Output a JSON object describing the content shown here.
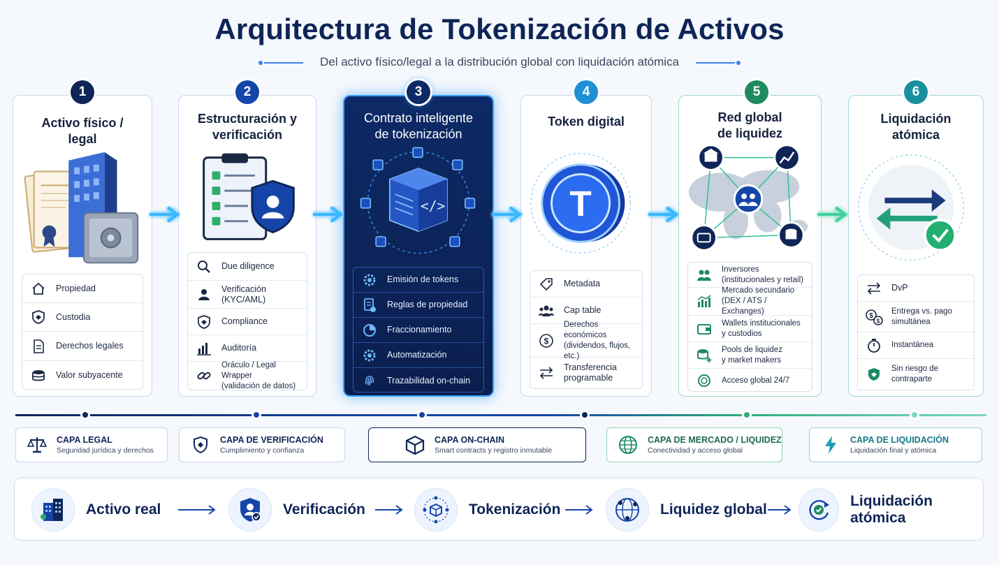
{
  "title": "Arquitectura de Tokenización de Activos",
  "subtitle": "Del activo físico/legal a la distribución global con liquidación atómica",
  "steps": [
    {
      "num": "1",
      "title": "Activo físico /\nlegal",
      "color": "#0f2557",
      "items": [
        {
          "icon": "home-icon",
          "label": "Propiedad"
        },
        {
          "icon": "shield-icon",
          "label": "Custodia"
        },
        {
          "icon": "document-icon",
          "label": "Derechos legales"
        },
        {
          "icon": "coins-icon",
          "label": "Valor subyacente"
        }
      ]
    },
    {
      "num": "2",
      "title": "Estructuración y\nverificación",
      "color": "#1545a8",
      "items": [
        {
          "icon": "search-icon",
          "label": "Due diligence"
        },
        {
          "icon": "user-check-icon",
          "label": "Verificación\n(KYC/AML)"
        },
        {
          "icon": "shield-icon",
          "label": "Compliance"
        },
        {
          "icon": "bar-chart-icon",
          "label": "Auditoría"
        },
        {
          "icon": "link-icon",
          "label": "Oráculo / Legal Wrapper\n(validación de datos)"
        }
      ]
    },
    {
      "num": "3",
      "title": "Contrato inteligente\nde tokenización",
      "color": "#0d2a66",
      "items": [
        {
          "icon": "gear-icon",
          "label": "Emisión de tokens"
        },
        {
          "icon": "rules-icon",
          "label": "Reglas de propiedad"
        },
        {
          "icon": "pie-chart-icon",
          "label": "Fraccionamiento"
        },
        {
          "icon": "gear-icon",
          "label": "Automatización"
        },
        {
          "icon": "fingerprint-icon",
          "label": "Trazabilidad on-chain"
        }
      ]
    },
    {
      "num": "4",
      "title": "Token digital",
      "color": "#1f8fd6",
      "items": [
        {
          "icon": "tag-icon",
          "label": "Metadata"
        },
        {
          "icon": "users-icon",
          "label": "Cap table"
        },
        {
          "icon": "dollar-icon",
          "label": "Derechos económicos\n(dividendos, flujos, etc.)"
        },
        {
          "icon": "swap-icon",
          "label": "Transferencia\nprogramable"
        }
      ]
    },
    {
      "num": "5",
      "title": "Red global\nde liquidez",
      "color": "#1f8a62",
      "items": [
        {
          "icon": "users-icon",
          "label": "Inversores\n(institucionales y retail)"
        },
        {
          "icon": "market-icon",
          "label": "Mercado secundario\n(DEX / ATS / Exchanges)"
        },
        {
          "icon": "wallet-icon",
          "label": "Wallets institucionales\ny custodios"
        },
        {
          "icon": "pool-icon",
          "label": "Pools de liquidez\ny market makers"
        },
        {
          "icon": "globe-icon",
          "label": "Acceso global 24/7"
        }
      ]
    },
    {
      "num": "6",
      "title": "Liquidación\natómica",
      "color": "#1a8fa0",
      "items": [
        {
          "icon": "swap-icon",
          "label": "DvP"
        },
        {
          "icon": "exchange-money-icon",
          "label": "Entrega vs. pago\nsimultánea"
        },
        {
          "icon": "stopwatch-icon",
          "label": "Instantánea"
        },
        {
          "icon": "shield-check-icon",
          "label": "Sin riesgo de\ncontraparte"
        }
      ]
    }
  ],
  "token_letter": "T",
  "code_glyph": "</>",
  "layers": [
    {
      "icon": "scales-icon",
      "title": "CAPA LEGAL",
      "sub": "Seguridad jurídica y derechos"
    },
    {
      "icon": "shield-icon",
      "title": "CAPA DE VERIFICACIÓN",
      "sub": "Cumplimiento y confianza"
    },
    {
      "icon": "cube-icon",
      "title": "CAPA ON-CHAIN",
      "sub": "Smart contracts y registro inmutable"
    },
    {
      "icon": "globe-icon",
      "title": "CAPA DE MERCADO / LIQUIDEZ",
      "sub": "Conectividad y acceso global"
    },
    {
      "icon": "bolt-icon",
      "title": "CAPA DE LIQUIDACIÓN",
      "sub": "Liquidación final y atómica"
    }
  ],
  "flow": [
    {
      "icon": "buildings-icon",
      "label": "Activo real"
    },
    {
      "icon": "shield-check-icon",
      "label": "Verificación"
    },
    {
      "icon": "network-cube-icon",
      "label": "Tokenización"
    },
    {
      "icon": "globe-network-icon",
      "label": "Liquidez global"
    },
    {
      "icon": "refresh-check-icon",
      "label": "Liquidación atómica"
    }
  ],
  "colors": {
    "navy": "#0f2557",
    "blue": "#1545a8",
    "cyan": "#3ab7ff",
    "green": "#1f8a62",
    "teal": "#1a8fa0"
  }
}
